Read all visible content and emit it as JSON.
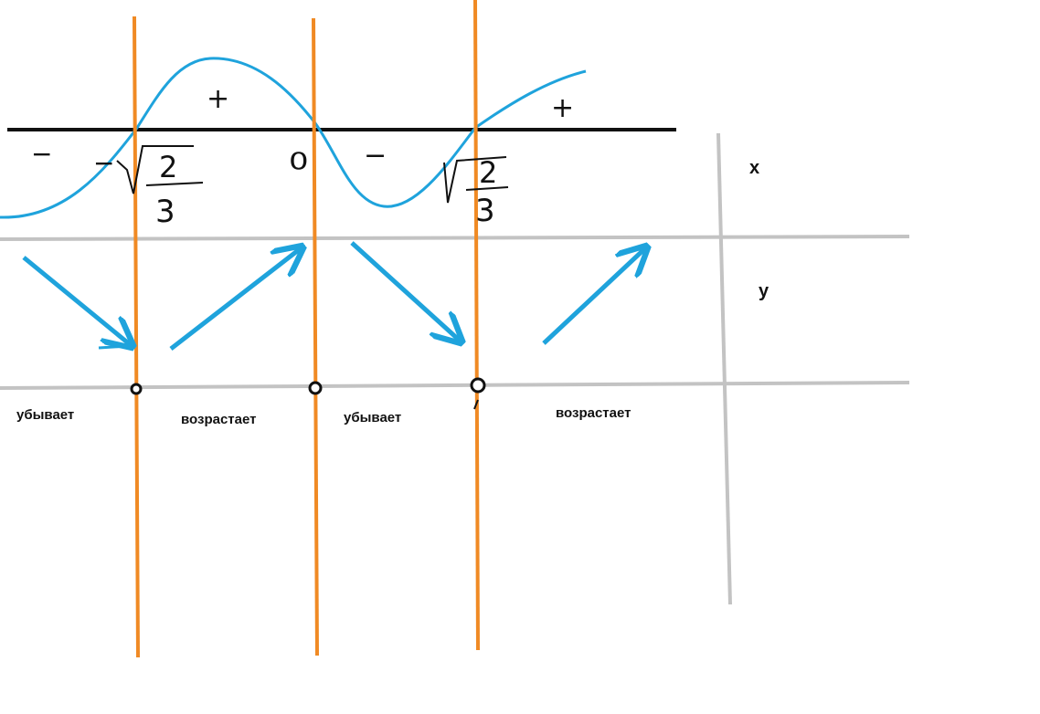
{
  "axes": {
    "x_label": "x",
    "y_label": "y"
  },
  "signs": {
    "plus_left": "+",
    "plus_right": "+",
    "minus_left": "−",
    "minus_mid": "−",
    "minus_near_root": "−"
  },
  "roots": {
    "left_numerator": "2",
    "left_denominator": "3",
    "middle": "0",
    "right_numerator": "2",
    "right_denominator": "3"
  },
  "intervals": [
    {
      "label": "убывает",
      "trend": "decreasing"
    },
    {
      "label": "возрастает",
      "trend": "increasing"
    },
    {
      "label": "убывает",
      "trend": "decreasing"
    },
    {
      "label": "возрастает",
      "trend": "increasing"
    }
  ],
  "colors": {
    "curve": "#1fa3dc",
    "arrows": "#1fa3dc",
    "separators": "#f08a24",
    "axis_black": "#111111",
    "grid_gray": "#c3c3c3"
  }
}
